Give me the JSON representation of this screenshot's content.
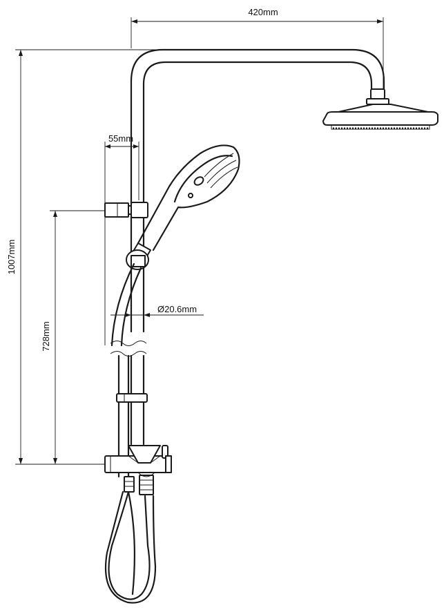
{
  "dimensions": {
    "width_head": "420mm",
    "height_total": "1007mm",
    "height_bracket": "728mm",
    "offset_bracket": "55mm",
    "pipe_diameter": "Ø20.6mm"
  }
}
